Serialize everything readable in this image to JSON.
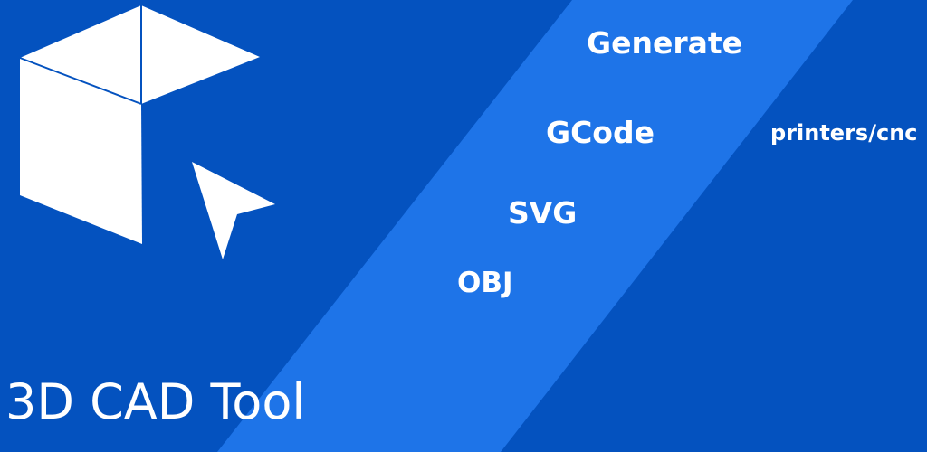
{
  "colors": {
    "background": "#0452bf",
    "stripe": "#1e74e8",
    "text": "#ffffff"
  },
  "logo": {
    "cube_icon": "isometric-open-cube-icon",
    "cursor_icon": "pointer-arrow-icon"
  },
  "formats": {
    "generate_label": "Generate",
    "gcode_label": "GCode",
    "svg_label": "SVG",
    "obj_label": "OBJ"
  },
  "side_label": "printers/cnc",
  "app_title": "3D CAD Tool"
}
